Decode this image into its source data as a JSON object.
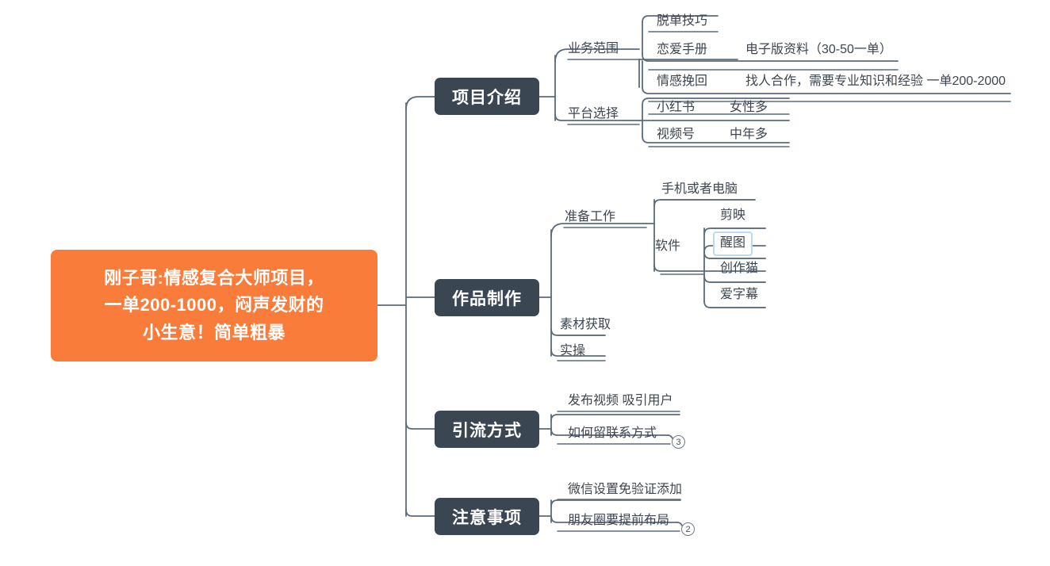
{
  "map": {
    "root": {
      "label": "刚子哥:情感复合大师项目，一单200-1000，闷声发财的小生意！简单粗暴",
      "line1": "刚子哥:情感复合大师项目，",
      "line2": "一单200-1000，闷声发财的",
      "line3": "小生意！简单粗暴",
      "color": "#fa7c3b",
      "text_color": "#ffffff"
    },
    "branch_color": "#3a4651",
    "line_color": "#5c6b7a",
    "leaf_text_color": "#3d4550",
    "selection_color": "#bcd9f5",
    "branches": [
      {
        "label": "项目介绍",
        "children": [
          {
            "label": "业务范围",
            "children": [
              {
                "label": "脱单技巧",
                "note": ""
              },
              {
                "label": "恋爱手册",
                "note": "电子版资料（30-50一单）"
              },
              {
                "label": "情感挽回",
                "note": "找人合作，需要专业知识和经验  一单200-2000"
              }
            ]
          },
          {
            "label": "平台选择",
            "children": [
              {
                "label": "小红书",
                "note": "女性多"
              },
              {
                "label": "视频号",
                "note": "中年多"
              }
            ]
          }
        ]
      },
      {
        "label": "作品制作",
        "children": [
          {
            "label": "准备工作",
            "children": [
              {
                "label": "手机或者电脑",
                "note": ""
              },
              {
                "label": "软件",
                "note": "",
                "children": [
                  {
                    "label": "剪映",
                    "selected": false
                  },
                  {
                    "label": "醒图",
                    "selected": true
                  },
                  {
                    "label": "创作猫",
                    "selected": false
                  },
                  {
                    "label": "爱字幕",
                    "selected": false
                  }
                ]
              }
            ]
          },
          {
            "label": "素材获取",
            "children": []
          },
          {
            "label": "实操",
            "children": []
          }
        ]
      },
      {
        "label": "引流方式",
        "children": [
          {
            "label": "发布视频 吸引用户",
            "children": []
          },
          {
            "label": "如何留联系方式",
            "badge": "3",
            "children": []
          }
        ]
      },
      {
        "label": "注意事项",
        "children": [
          {
            "label": "微信设置免验证添加",
            "children": []
          },
          {
            "label": "朋友圈要提前布局",
            "badge": "2",
            "children": []
          }
        ]
      }
    ]
  }
}
